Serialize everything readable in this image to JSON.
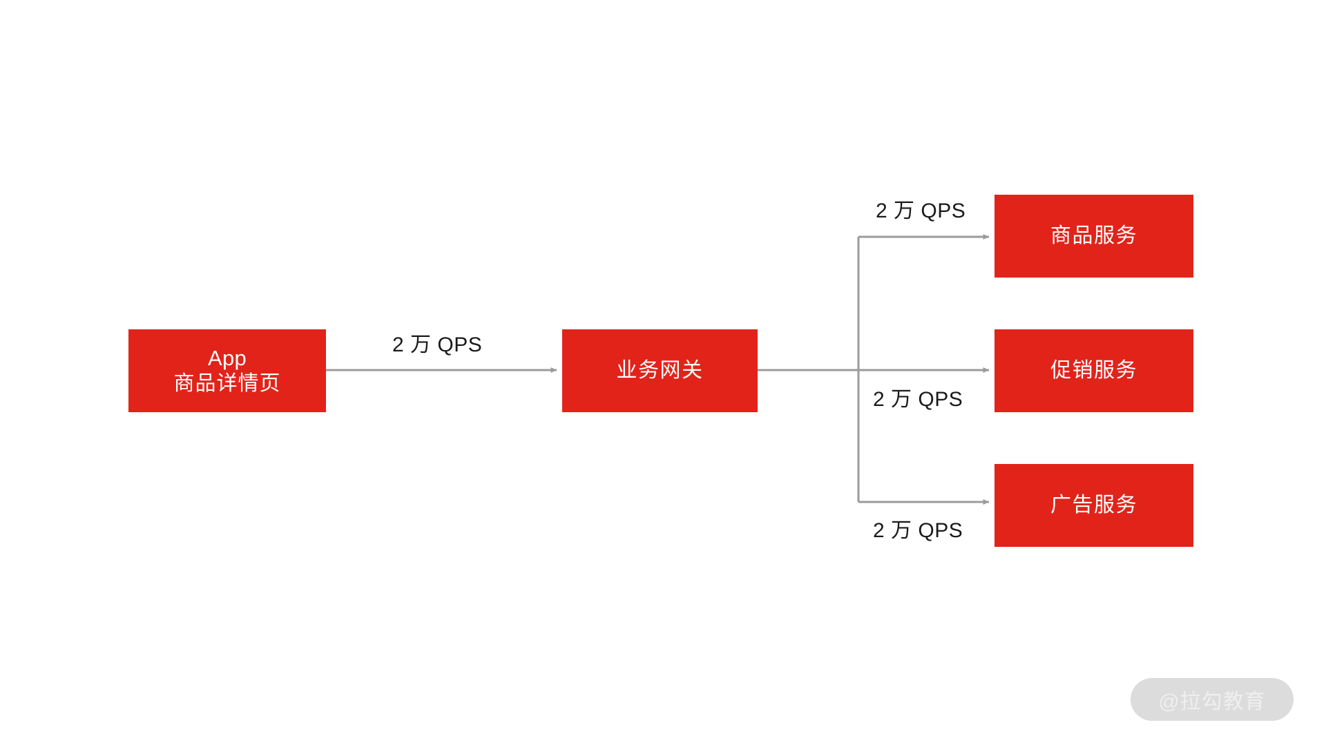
{
  "diagram": {
    "title": "business gateway fan-out QPS diagram",
    "accent_color": "#E2231A",
    "line_color": "#9B9B9B",
    "text_color": "#1a1a1a",
    "nodes": [
      {
        "id": "app",
        "line1": "App",
        "line2": "商品详情页"
      },
      {
        "id": "gateway",
        "label": "业务网关"
      },
      {
        "id": "goods",
        "label": "商品服务"
      },
      {
        "id": "promo",
        "label": "促销服务"
      },
      {
        "id": "ads",
        "label": "广告服务"
      }
    ],
    "edges": [
      {
        "id": "app-gateway",
        "label": "2 万 QPS",
        "from": "app",
        "to": "gateway"
      },
      {
        "id": "goods",
        "label": "2 万 QPS",
        "from": "gateway",
        "to": "goods"
      },
      {
        "id": "promo",
        "label": "2 万 QPS",
        "from": "gateway",
        "to": "promo"
      },
      {
        "id": "ads",
        "label": "2 万 QPS",
        "from": "gateway",
        "to": "ads"
      }
    ]
  },
  "watermark": {
    "text": "@拉勾教育"
  }
}
